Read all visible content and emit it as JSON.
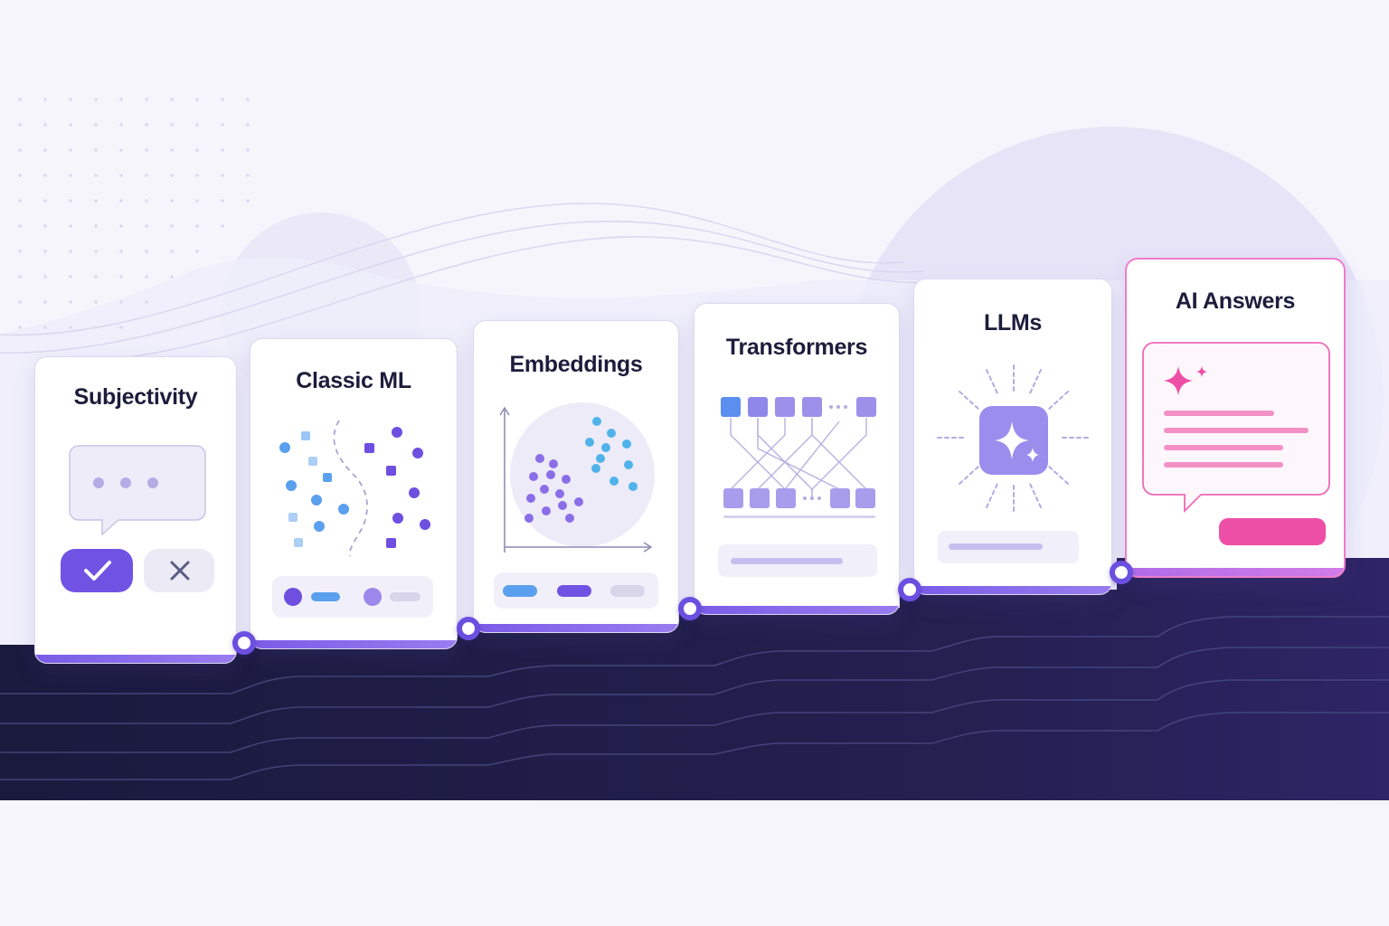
{
  "stages": [
    {
      "title": "Subjectivity"
    },
    {
      "title": "Classic ML"
    },
    {
      "title": "Embeddings"
    },
    {
      "title": "Transformers"
    },
    {
      "title": "LLMs"
    },
    {
      "title": "AI Answers"
    }
  ],
  "colors": {
    "accent": "#7a5ce8",
    "accent_dark": "#6a4fe0",
    "highlight": "#ee4fa6",
    "blue": "#5aa0ee",
    "staircase": "#1e1d4a",
    "background": "#f6f5fc"
  },
  "icons": [
    "speech-bubble-icon",
    "check-icon",
    "close-icon",
    "sparkle-icon"
  ]
}
